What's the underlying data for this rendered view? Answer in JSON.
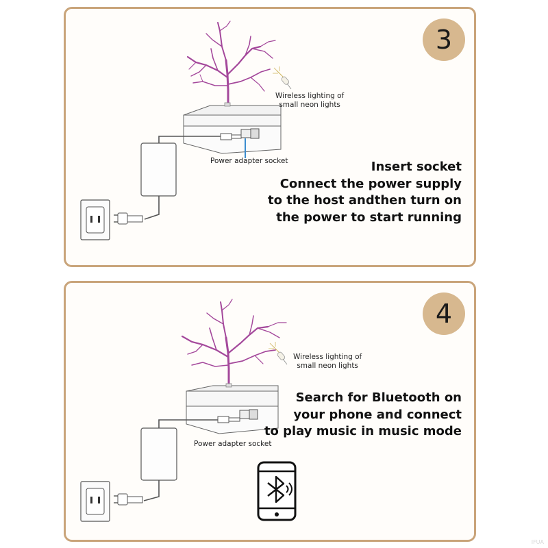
{
  "panels": [
    {
      "step": "3",
      "neon_label": [
        "Wireless lighting of",
        "small neon lights"
      ],
      "socket_label": "Power adapter socket",
      "instructions": [
        "Insert socket",
        "Connect the power supply",
        "to the host andthen turn on",
        "the power to start running"
      ]
    },
    {
      "step": "4",
      "neon_label": [
        "Wireless lighting of",
        "small neon lights"
      ],
      "socket_label": "Power adapter socket",
      "instructions": [
        "Search for Bluetooth on",
        "your phone and connect",
        "to play music in music mode"
      ]
    }
  ],
  "icons": {
    "tree": "plasma-arc-tree-icon",
    "neon": "neon-bulb-icon",
    "phone": "bluetooth-phone-icon",
    "outlet": "wall-outlet-icon",
    "plug": "plug-icon",
    "adapter": "power-adapter-icon",
    "host": "host-box-icon"
  },
  "colors": {
    "panel_border": "#c9a47a",
    "badge": "#d7b88f",
    "arc": "#a4489b",
    "pointer_line": "#3a8ccf"
  },
  "watermark": "IFUA"
}
